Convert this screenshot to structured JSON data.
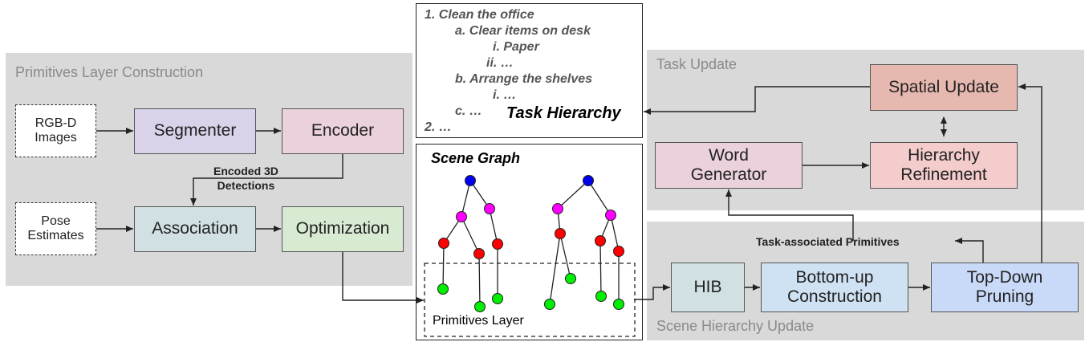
{
  "panels": {
    "primitives_layer_construction": "Primitives Layer Construction",
    "task_update": "Task Update",
    "scene_hierarchy_update": "Scene Hierarchy Update"
  },
  "nodes": {
    "rgbd_images": "RGB-D\nImages",
    "segmenter": "Segmenter",
    "encoder": "Encoder",
    "pose_estimates": "Pose\nEstimates",
    "association": "Association",
    "optimization": "Optimization",
    "word_generator": "Word\nGenerator",
    "hierarchy_refinement": "Hierarchy\nRefinement",
    "spatial_update": "Spatial Update",
    "hib": "HIB",
    "bottom_up_construction": "Bottom-up\nConstruction",
    "top_down_pruning": "Top-Down\nPruning"
  },
  "labels": {
    "encoded_3d_detections": "Encoded 3D\nDetections",
    "task_associated_primitives": "Task-associated Primitives",
    "task_hierarchy": "Task Hierarchy",
    "scene_graph": "Scene Graph",
    "primitives_layer": "Primitives Layer"
  },
  "task_list": [
    "1.  Clean the office",
    "a. Clear items on desk",
    "i. Paper",
    "ii. …",
    "b. Arrange the shelves",
    "i. …",
    "c. …",
    "2.  …"
  ],
  "colors": {
    "panel_bg": "#d9d9d9",
    "segmenter": "#d9d2e9",
    "encoder": "#ead1dc",
    "association": "#d0e0e3",
    "optimization": "#d9ead3",
    "word_generator": "#ead1dc",
    "hierarchy_refinement": "#f4cccc",
    "spatial_update": "#e6b8af",
    "hib": "#d0e0e3",
    "bottom_up_construction": "#cfe2f3",
    "top_down_pruning": "#c9daf8",
    "node_root": "#0000ee",
    "node_room": "#ff00ff",
    "node_object": "#ff0000",
    "node_primitive": "#00ee00"
  }
}
